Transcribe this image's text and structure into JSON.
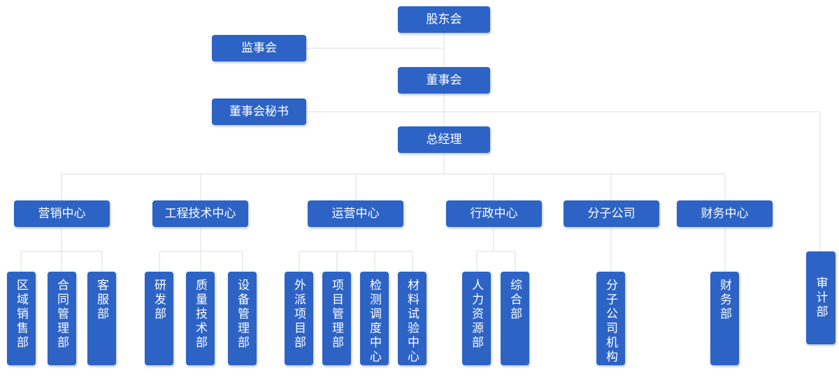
{
  "colors": {
    "node_background": "#2d63c5",
    "node_text": "#ffffff",
    "connector_line": "#dcdcdc"
  },
  "nodes": {
    "shareholders": "股东会",
    "supervisory_board": "监事会",
    "board_of_directors": "董事会",
    "board_secretary": "董事会秘书",
    "general_manager": "总经理",
    "marketing_center": "营销中心",
    "engineering_tech_center": "工程技术中心",
    "operations_center": "运营中心",
    "admin_center": "行政中心",
    "subsidiaries": "分子公司",
    "finance_center": "财务中心",
    "regional_sales": "区域销售部",
    "contract_mgmt": "合同管理部",
    "customer_service": "客服部",
    "rd_dept": "研发部",
    "quality_tech": "质量技术部",
    "equipment_mgmt": "设备管理部",
    "expat_project": "外派项目部",
    "project_mgmt": "项目管理部",
    "testing_dispatch": "检测调度中心",
    "material_testing": "材料试验中心",
    "hr_dept": "人力资源部",
    "general_affairs": "综合部",
    "subsidiary_org": "分子公司机构",
    "finance_dept": "财务部",
    "audit_dept": "审计部"
  }
}
